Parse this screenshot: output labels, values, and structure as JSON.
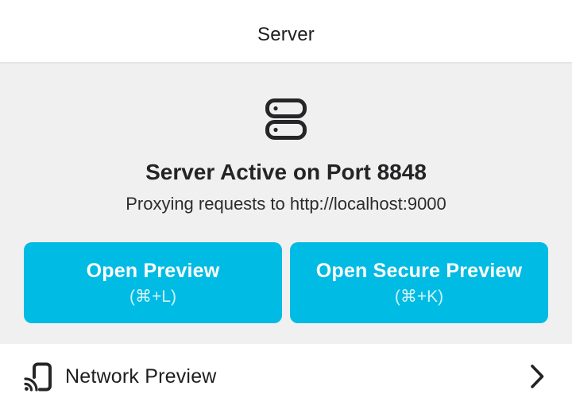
{
  "header": {
    "title": "Server"
  },
  "status": {
    "icon": "server-stack-icon",
    "title": "Server Active on Port 8848",
    "subtitle": "Proxying requests to http://localhost:9000",
    "port": "8848",
    "proxy_target": "http://localhost:9000"
  },
  "buttons": [
    {
      "label": "Open Preview",
      "shortcut": "(⌘+L)"
    },
    {
      "label": "Open Secure Preview",
      "shortcut": "(⌘+K)"
    }
  ],
  "network_row": {
    "icon": "mobile-cast-icon",
    "label": "Network Preview",
    "chevron": "chevron-right-icon"
  },
  "colors": {
    "accent": "#00bbe3",
    "background": "#f0f0f1",
    "surface": "#ffffff",
    "divider": "#e5e5e6",
    "text_primary": "#242426",
    "icon_dark": "#262628"
  }
}
